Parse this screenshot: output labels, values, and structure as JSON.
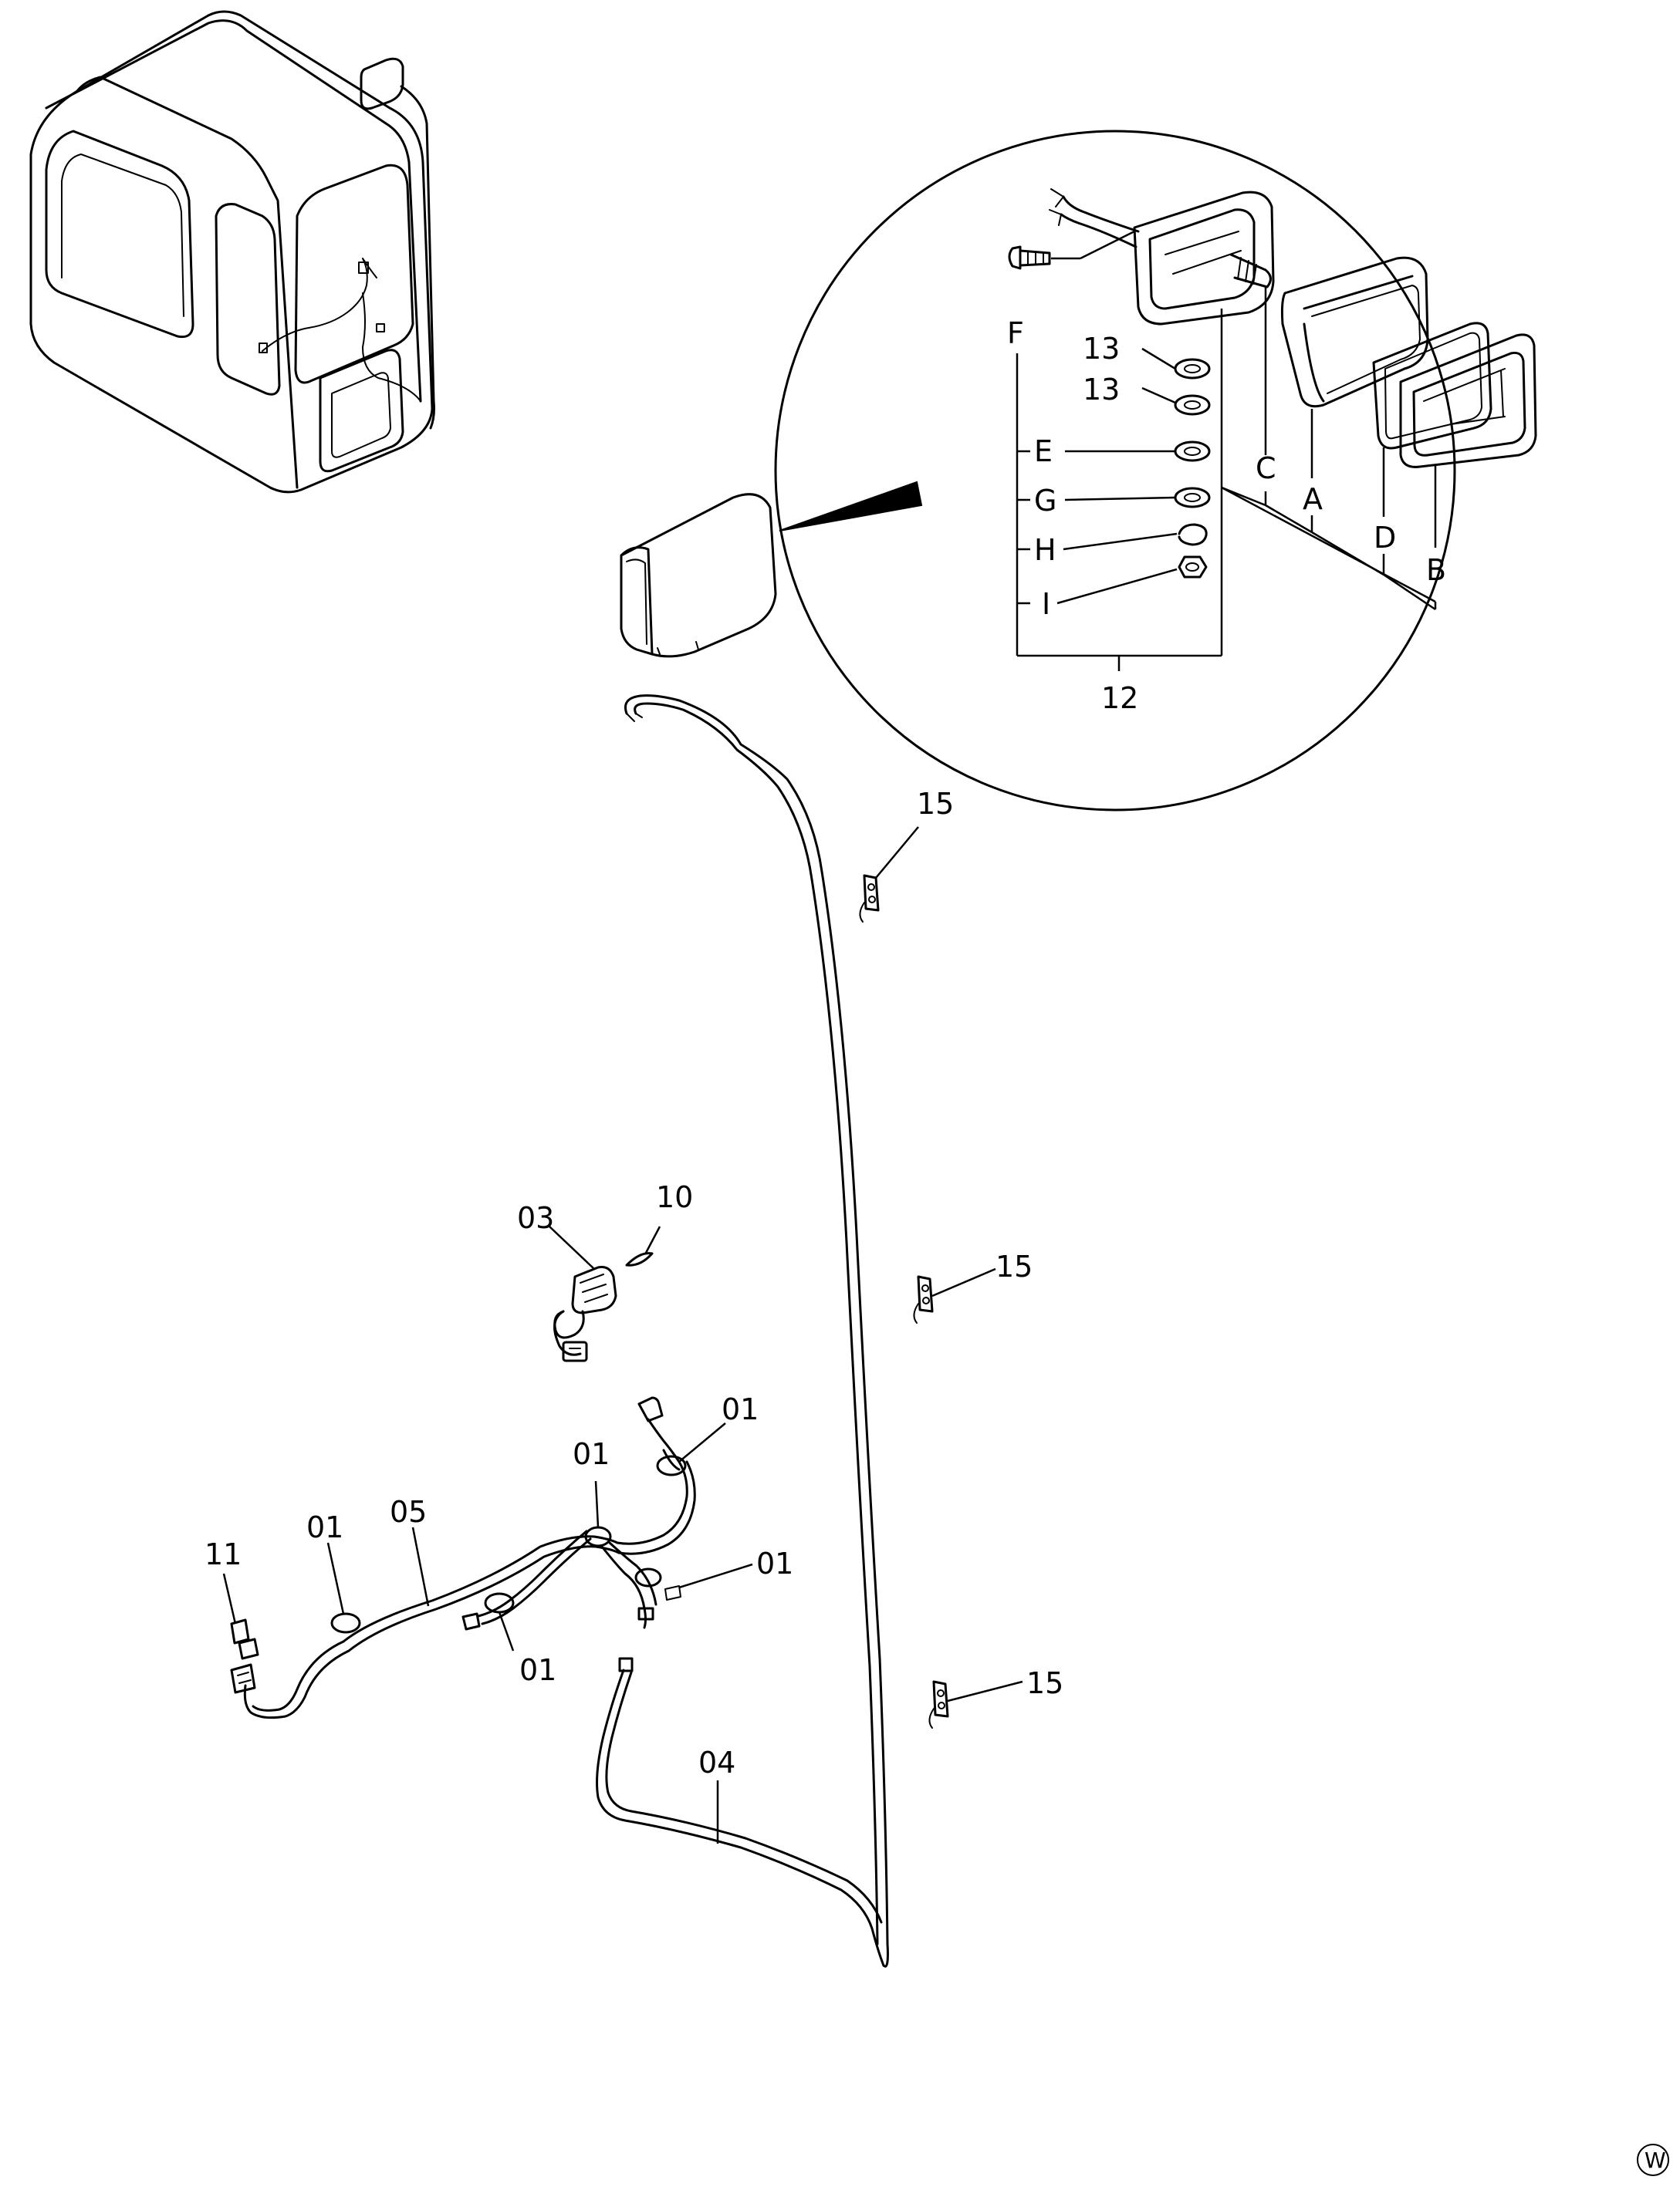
{
  "callouts": {
    "c01": "01",
    "c03": "03",
    "c04": "04",
    "c05": "05",
    "c10": "10",
    "c11": "11",
    "c12": "12",
    "c13": "13",
    "c15": "15",
    "kit_e": "E",
    "kit_f": "F",
    "kit_g": "G",
    "kit_h": "H",
    "kit_i": "I",
    "kit_a": "A",
    "kit_b": "B",
    "kit_c": "C",
    "kit_d": "D"
  },
  "corner_mark": "W"
}
